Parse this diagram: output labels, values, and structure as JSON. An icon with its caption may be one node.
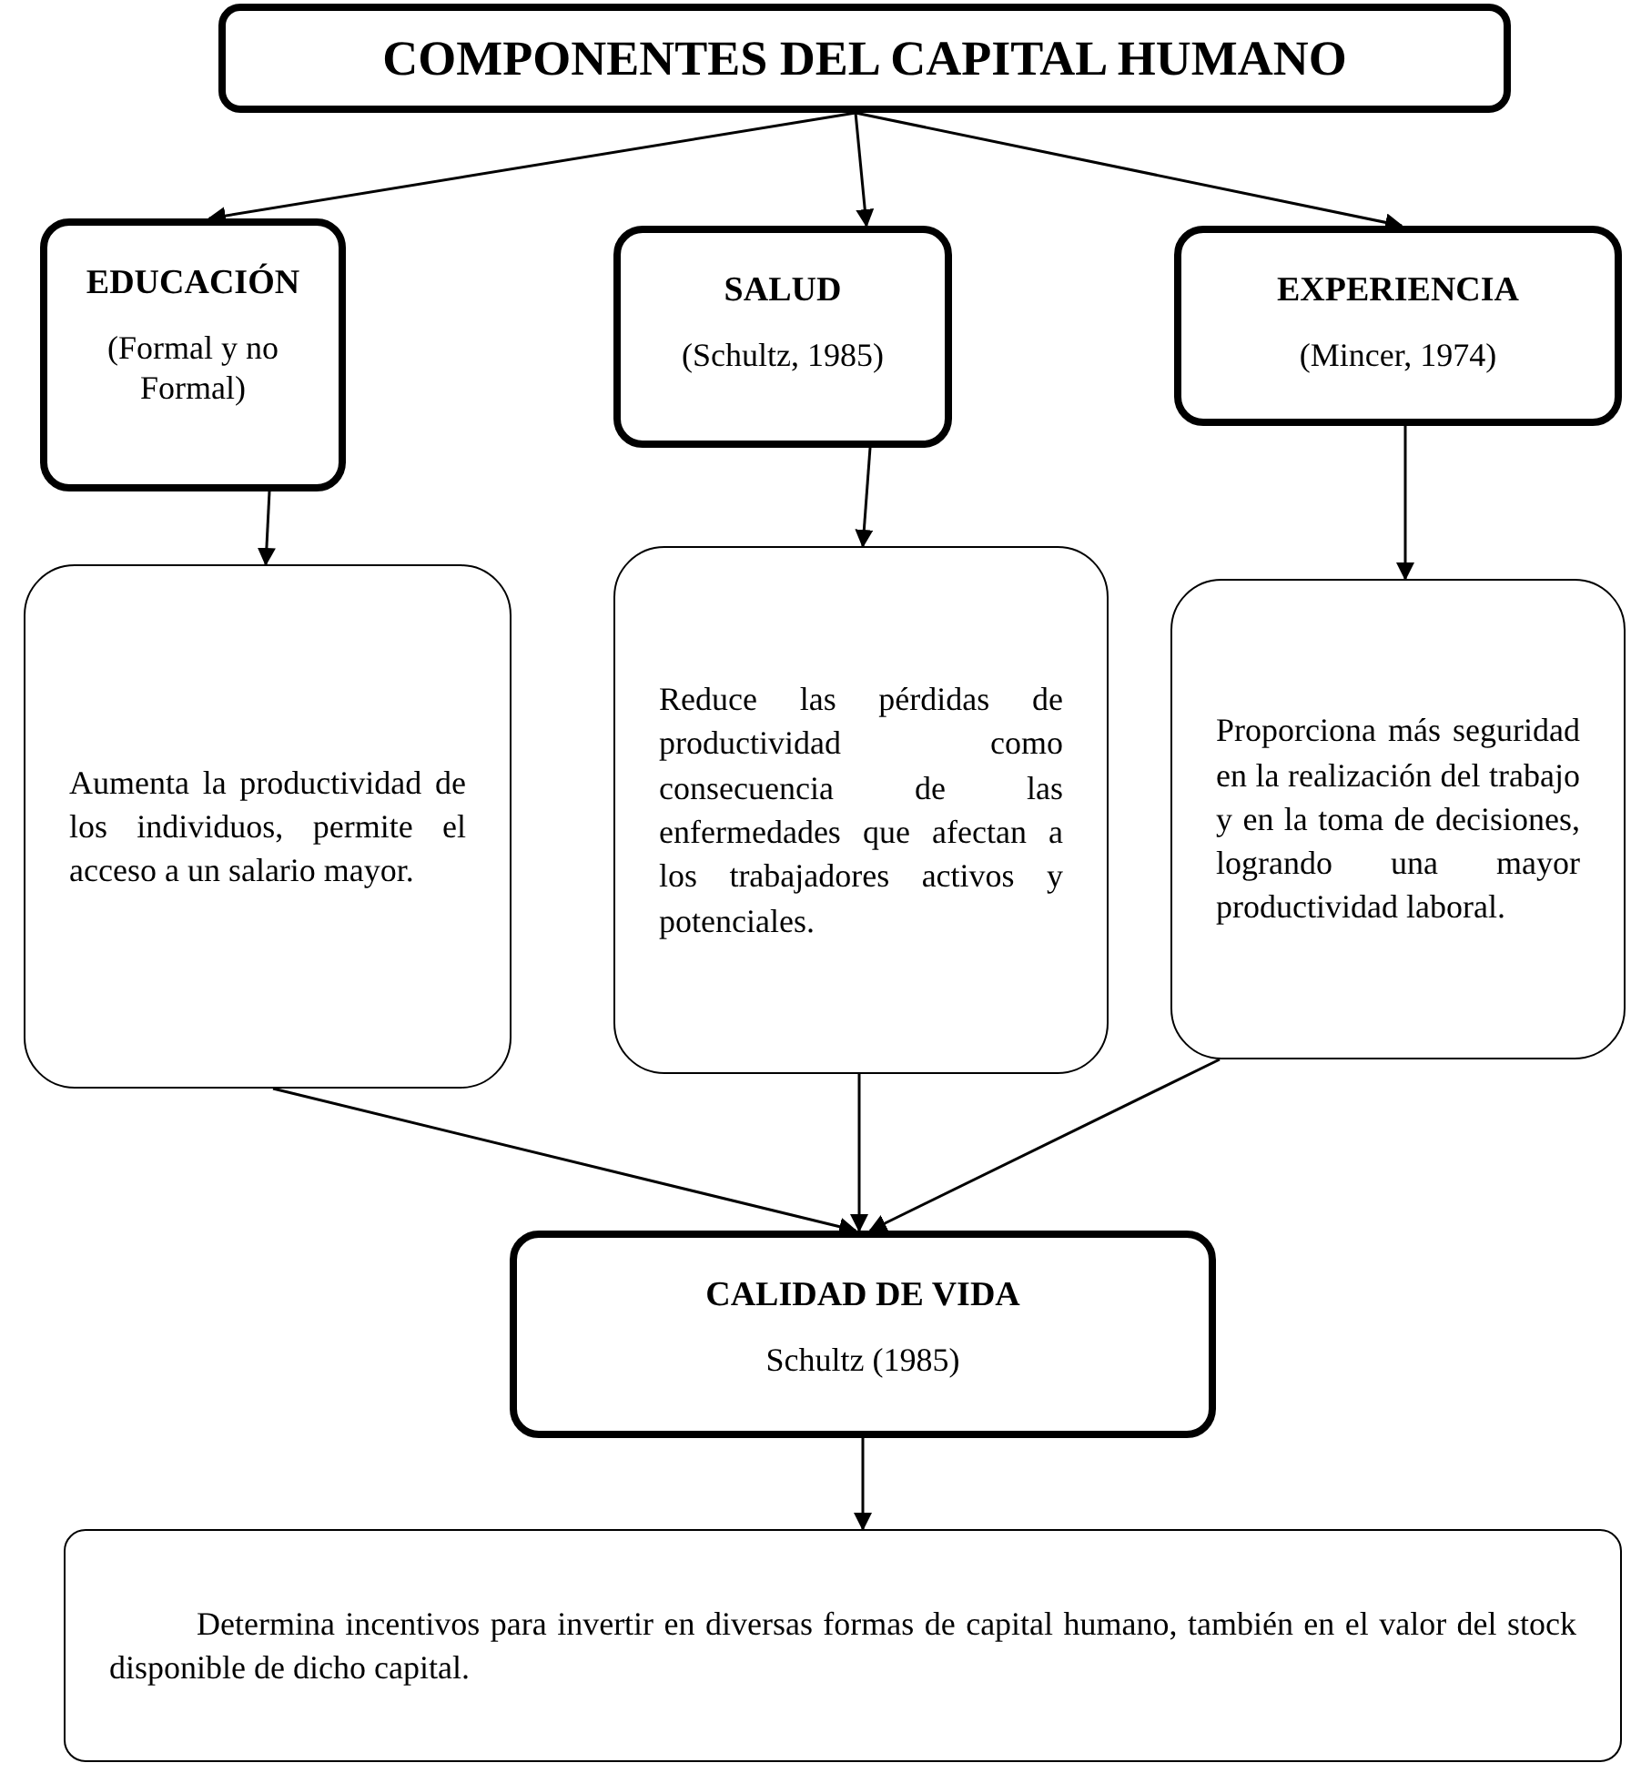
{
  "diagram": {
    "nodes": [
      {
        "text": [
          "COMPONENTES DEL CAPITAL HUMANO"
        ]
      },
      {
        "text": [
          "EDUCACIÓN",
          "(Formal y no Formal)"
        ]
      },
      {
        "text": [
          "SALUD",
          "(Schultz, 1985)"
        ]
      },
      {
        "text": [
          "EXPERIENCIA",
          "(Mincer, 1974)"
        ]
      },
      {
        "text": [
          "Aumenta la productividad de los individuos, permite el acceso a un salario mayor."
        ]
      },
      {
        "text": [
          "Reduce las pérdidas de productividad como consecuencia de las enfermedades que afectan a los trabajadores activos y potenciales."
        ]
      },
      {
        "text": [
          "Proporciona más seguridad en la realización del trabajo y en la toma de decisiones, logrando una mayor productividad laboral."
        ]
      },
      {
        "text": [
          "CALIDAD DE VIDA",
          "Schultz (1985)"
        ]
      },
      {
        "text": [
          "Determina incentivos para invertir en diversas formas de capital humano, también en el valor del stock disponible de dicho capital."
        ]
      }
    ],
    "edges": [
      {
        "from": 0,
        "to": 1,
        "arrow": "to"
      },
      {
        "from": 0,
        "to": 2,
        "arrow": "to"
      },
      {
        "from": 0,
        "to": 3,
        "arrow": "to"
      },
      {
        "from": 1,
        "to": 4,
        "arrow": "to"
      },
      {
        "from": 2,
        "to": 5,
        "arrow": "to"
      },
      {
        "from": 3,
        "to": 6,
        "arrow": "to"
      },
      {
        "from": 4,
        "to": 7,
        "arrow": "to"
      },
      {
        "from": 5,
        "to": 7,
        "arrow": "to"
      },
      {
        "from": 6,
        "to": 7,
        "arrow": "to"
      },
      {
        "from": 7,
        "to": 8,
        "arrow": "to"
      }
    ]
  }
}
